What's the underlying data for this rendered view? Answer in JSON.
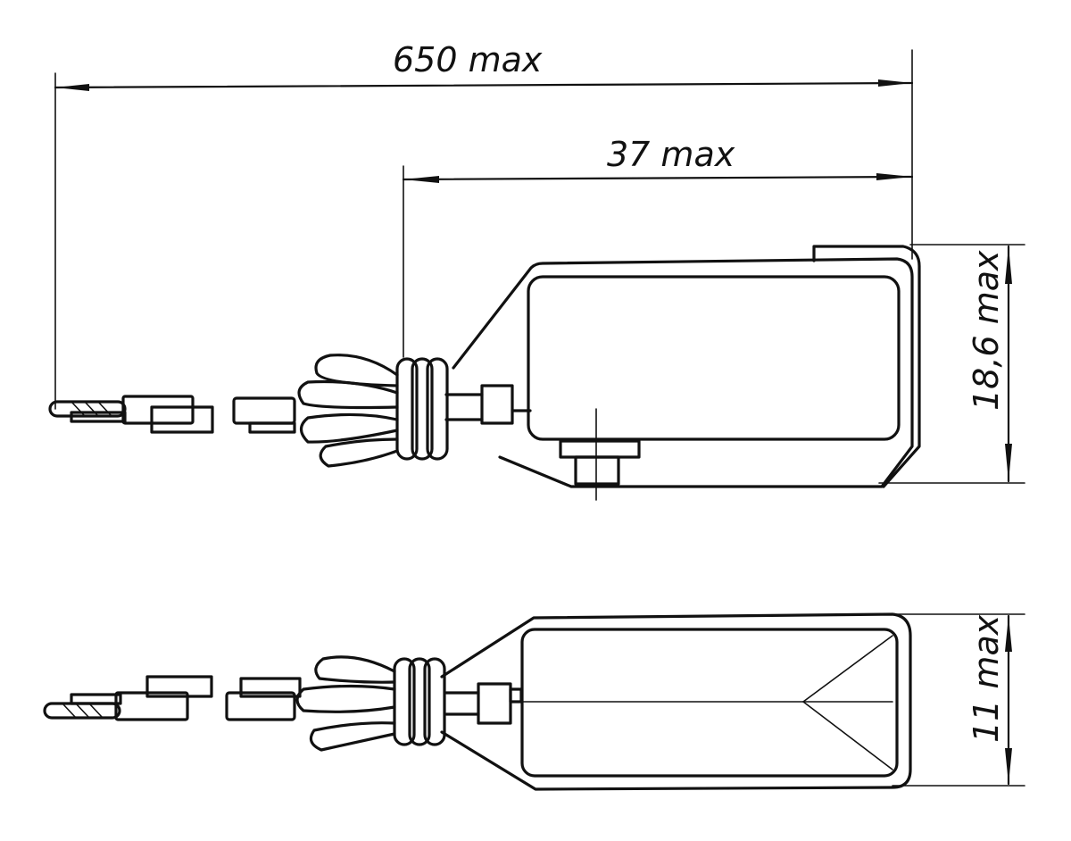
{
  "dimensions": {
    "overall_length": "650 max",
    "body_length": "37 max",
    "side_height": "18,6 max",
    "top_width": "11 max"
  }
}
